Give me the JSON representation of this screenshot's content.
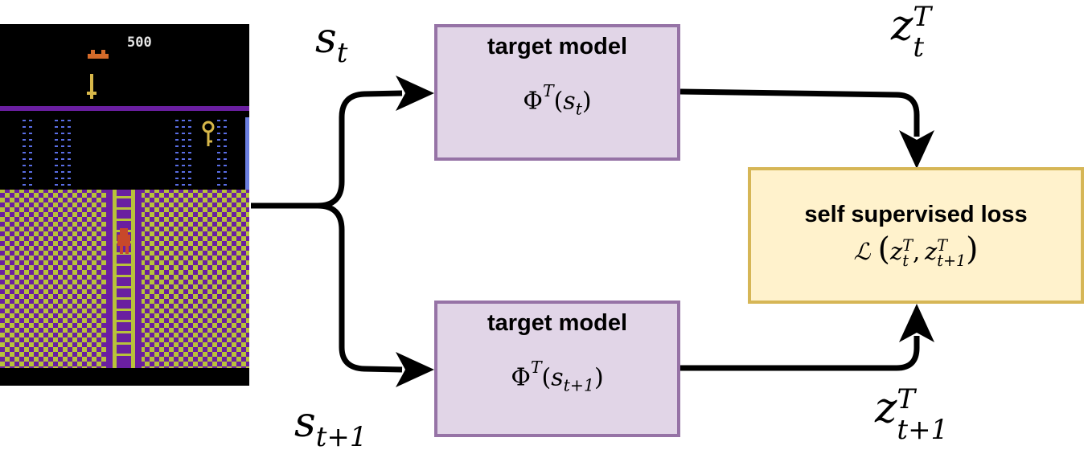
{
  "game": {
    "score": "500"
  },
  "target_model_top": {
    "title": "target model",
    "formula": {
      "fn": "Φ",
      "sup": "T",
      "open": "(",
      "arg": "s",
      "sub": "t",
      "close": ")"
    }
  },
  "target_model_bottom": {
    "title": "target model",
    "formula": {
      "fn": "Φ",
      "sup": "T",
      "open": "(",
      "arg": "s",
      "sub": "t+1",
      "close": ")"
    }
  },
  "loss_box": {
    "title": "self supervised loss",
    "formula": {
      "fn": "ℒ",
      "open": "(",
      "a": "z",
      "a_sup": "T",
      "a_sub": "t",
      "comma": ",",
      "b": "z",
      "b_sup": "T",
      "b_sub": "t+1",
      "close": ")"
    }
  },
  "labels": {
    "s_t": {
      "main": "s",
      "sub": "t"
    },
    "s_t1": {
      "main": "s",
      "sub": "t+1"
    },
    "z_t": {
      "main": "z",
      "sup": "T",
      "sub": "t"
    },
    "z_t1": {
      "main": "z",
      "sup": "T",
      "sub": "t+1"
    }
  },
  "colors": {
    "model_fill": "#e1d5e7",
    "model_border": "#9673a6",
    "loss_fill": "#fff2cc",
    "loss_border": "#d6b656",
    "game_purple": "#6a1fa0",
    "game_yellow": "#b8c23a"
  }
}
